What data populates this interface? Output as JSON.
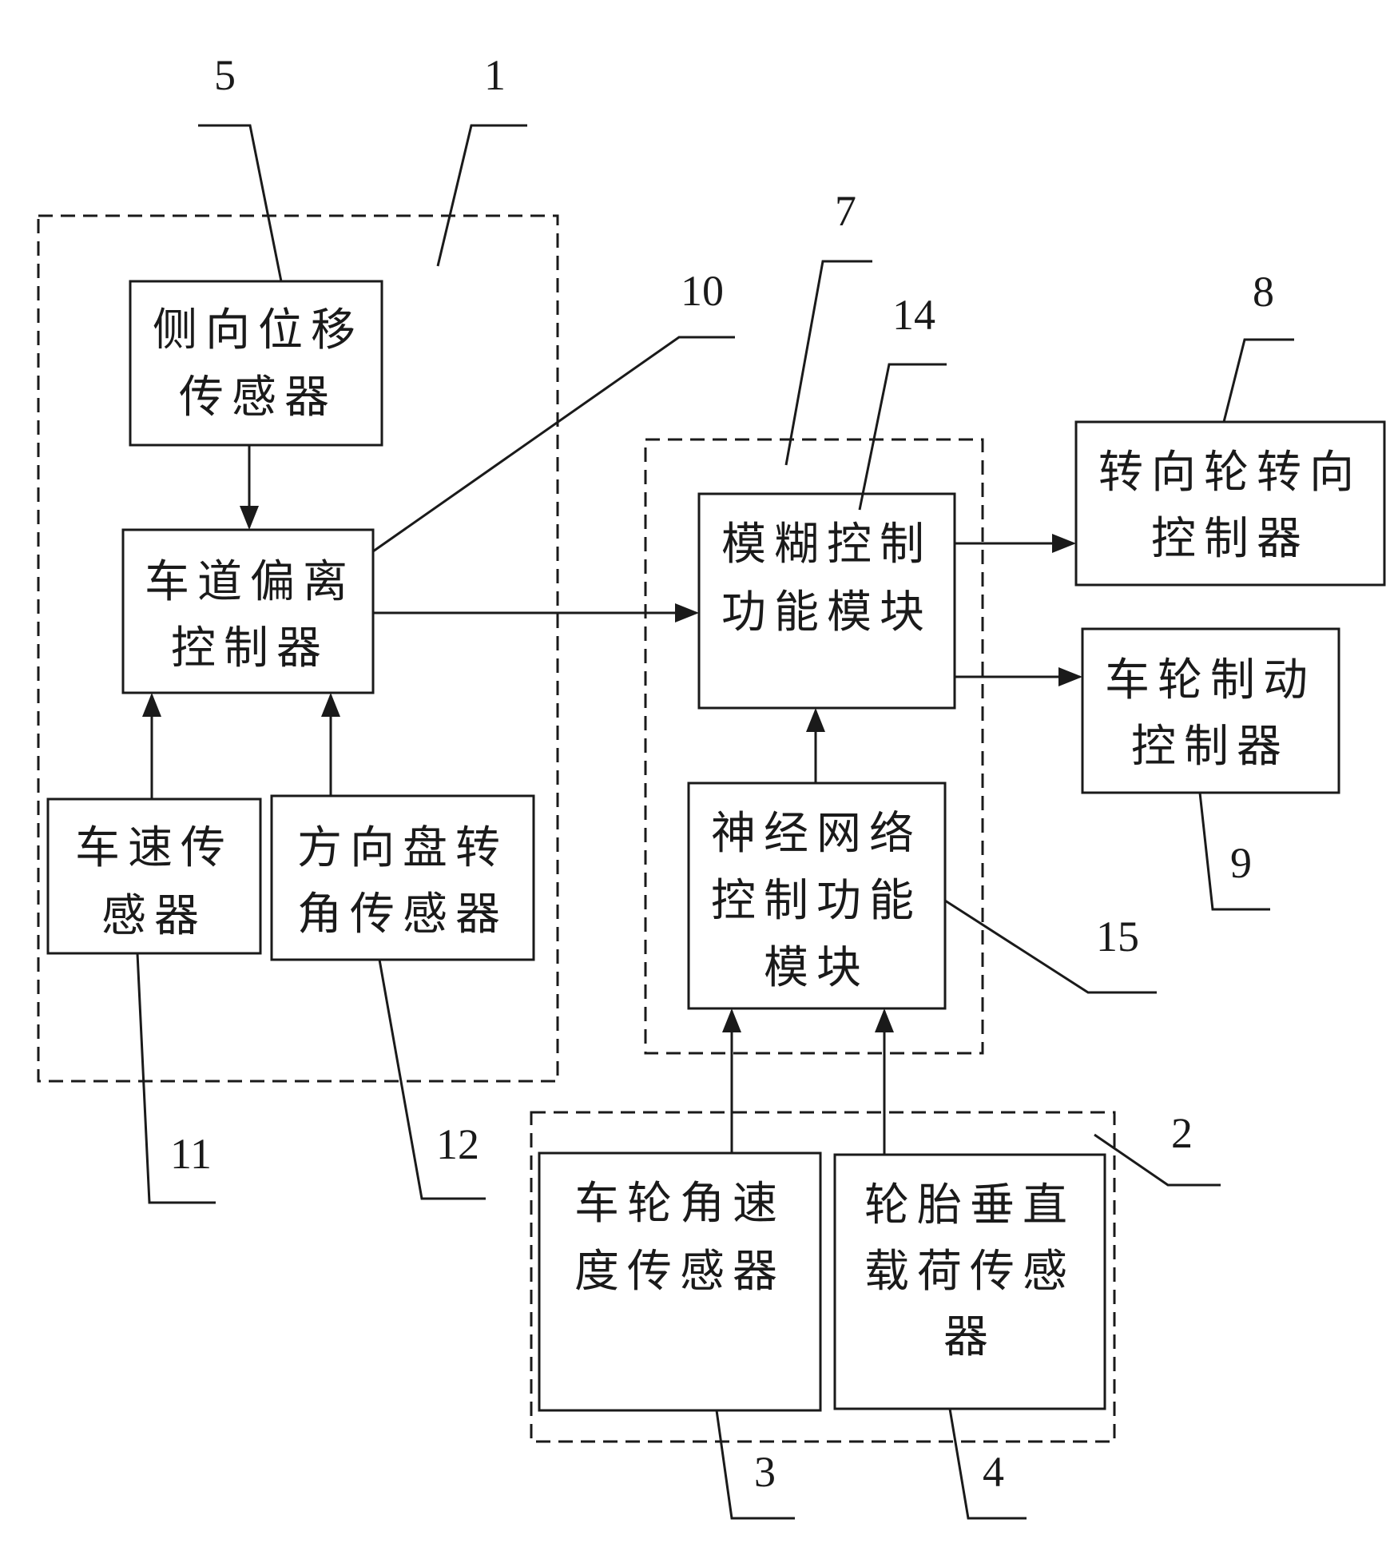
{
  "blocks": {
    "lateral_sensor": {
      "lines": [
        "侧向位移",
        "传感器"
      ]
    },
    "lane_controller": {
      "lines": [
        "车道偏离",
        "控制器"
      ]
    },
    "speed_sensor": {
      "lines": [
        "车速传",
        "感器"
      ]
    },
    "steering_angle_sensor": {
      "lines": [
        "方向盘转",
        "角传感器"
      ]
    },
    "fuzzy_module": {
      "lines": [
        "模糊控制",
        "功能模块"
      ]
    },
    "neural_module": {
      "lines": [
        "神经网络",
        "控制功能",
        "模块"
      ]
    },
    "steer_controller": {
      "lines": [
        "转向轮转向",
        "控制器"
      ]
    },
    "brake_controller": {
      "lines": [
        "车轮制动",
        "控制器"
      ]
    },
    "wheel_speed_sensor": {
      "lines": [
        "车轮角速",
        "度传感器"
      ]
    },
    "tire_load_sensor": {
      "lines": [
        "轮胎垂直",
        "载荷传感",
        "器"
      ]
    }
  },
  "labels": {
    "n1": "1",
    "n2": "2",
    "n3": "3",
    "n4": "4",
    "n5": "5",
    "n7": "7",
    "n8": "8",
    "n9": "9",
    "n10": "10",
    "n11": "11",
    "n12": "12",
    "n14": "14",
    "n15": "15"
  }
}
